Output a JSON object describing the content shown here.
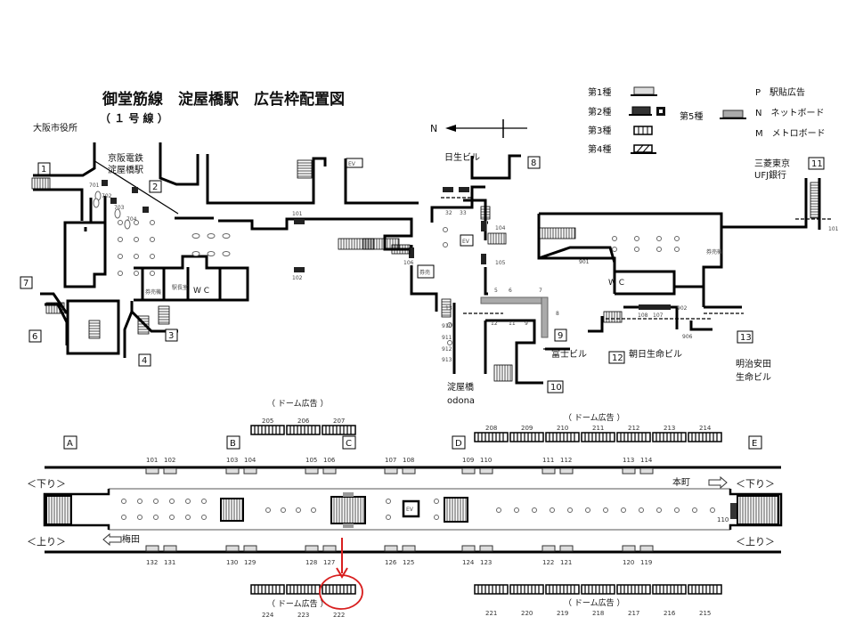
{
  "title": "御堂筋線　淀屋橋駅　広告枠配置図",
  "subtitle": "（ １ 号 線 ）",
  "legend": {
    "type1": "第1種",
    "type2": "第2種",
    "type3": "第3種",
    "type4": "第4種",
    "type5": "第5種",
    "p": "P　駅貼広告",
    "n": "N　ネットボード",
    "m": "M　メトロボード"
  },
  "compass": {
    "label": "N"
  },
  "landmarks": {
    "city_hall": "大阪市役所",
    "keihan_1": "京阪電鉄",
    "keihan_2": "淀屋橋駅",
    "nissay": "日生ビル",
    "mufg_1": "三菱東京",
    "mufg_2": "UFJ銀行",
    "fuji": "富士ビル",
    "asahi": "朝日生命ビル",
    "meiji_1": "明治安田",
    "meiji_2": "生命ビル",
    "odona_1": "淀屋橋",
    "odona_2": "odona"
  },
  "exits": [
    "1",
    "2",
    "3",
    "4",
    "6",
    "7",
    "8",
    "9",
    "10",
    "11",
    "12",
    "13"
  ],
  "rooms": {
    "wc": "W C",
    "wc2": "W C",
    "ticket": "券売機",
    "station_master": "駅長室",
    "ev": "EV",
    "ticket2": "券売",
    "ticket3": "券売機"
  },
  "plan_numbers": [
    "101",
    "102",
    "106",
    "32",
    "33",
    "104",
    "105",
    "5",
    "6",
    "7",
    "8",
    "12",
    "11",
    "9",
    "13",
    "910",
    "911",
    "912",
    "913",
    "901",
    "108",
    "107",
    "902",
    "906",
    "101",
    "701",
    "702",
    "703",
    "704"
  ],
  "platform": {
    "sections": [
      "A",
      "B",
      "C",
      "D",
      "E"
    ],
    "down_left": "＜下り＞",
    "up_left": "＜上り＞",
    "down_right": "＜下り＞",
    "up_right": "＜上り＞",
    "umeda": "梅田",
    "honmachi": "本町",
    "ev": "EV",
    "end_ad": "110",
    "top_ads": [
      "101",
      "102",
      "103",
      "104",
      "105",
      "106",
      "107",
      "108",
      "109",
      "110",
      "111",
      "112",
      "113",
      "114"
    ],
    "bottom_ads": [
      "132",
      "131",
      "130",
      "129",
      "128",
      "127",
      "126",
      "125",
      "124",
      "123",
      "122",
      "121",
      "120",
      "119"
    ],
    "dome_label": "（ ドーム広告 ）",
    "dome_top_left": [
      "205",
      "206",
      "207"
    ],
    "dome_top_right": [
      "208",
      "209",
      "210",
      "211",
      "212",
      "213",
      "214"
    ],
    "dome_bottom_left": [
      "224",
      "223",
      "222"
    ],
    "dome_bottom_right": [
      "221",
      "220",
      "219",
      "218",
      "217",
      "216",
      "215"
    ]
  },
  "highlight": {
    "target": "222",
    "color": "#d81f1f"
  }
}
